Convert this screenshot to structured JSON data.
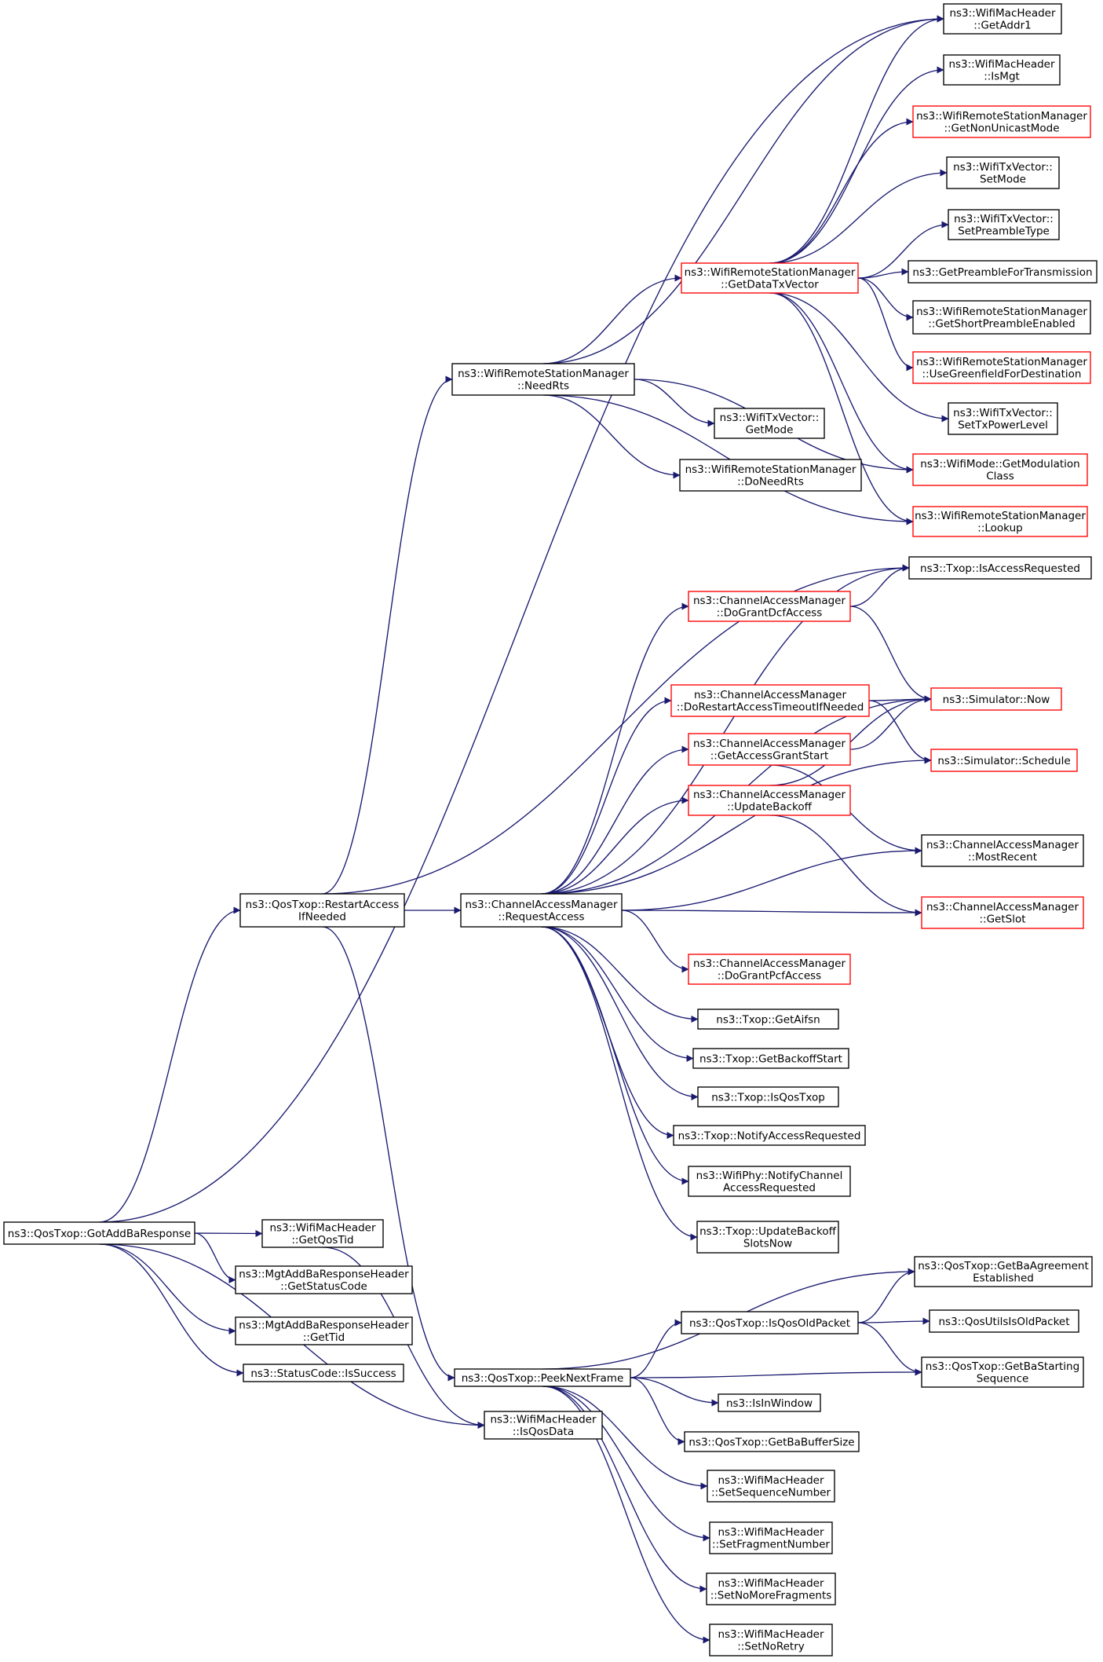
{
  "graph": {
    "title": "",
    "colors": {
      "edge": "#191970",
      "node_border_default": "#000000",
      "node_border_link": "#ff0000",
      "root_fill": "#bfbfbf",
      "node_fill": "#ffffff"
    },
    "nodes": [
      {
        "id": "root",
        "lines": [
          "ns3::QosTxop::GotAddBaResponse"
        ],
        "style": "root"
      },
      {
        "id": "restartAccess",
        "lines": [
          "ns3::QosTxop::RestartAccess",
          "IfNeeded"
        ],
        "style": "default"
      },
      {
        "id": "getQosTid",
        "lines": [
          "ns3::WifiMacHeader",
          "::GetQosTid"
        ],
        "style": "default"
      },
      {
        "id": "getStatusCode",
        "lines": [
          "ns3::MgtAddBaResponseHeader",
          "::GetStatusCode"
        ],
        "style": "default"
      },
      {
        "id": "getTidAba",
        "lines": [
          "ns3::MgtAddBaResponseHeader",
          "::GetTid"
        ],
        "style": "default"
      },
      {
        "id": "isSuccess",
        "lines": [
          "ns3::StatusCode::IsSuccess"
        ],
        "style": "default"
      },
      {
        "id": "isQosData",
        "lines": [
          "ns3::WifiMacHeader",
          "::IsQosData"
        ],
        "style": "default"
      },
      {
        "id": "getAddr1",
        "lines": [
          "ns3::WifiMacHeader",
          "::GetAddr1"
        ],
        "style": "default"
      },
      {
        "id": "needRts",
        "lines": [
          "ns3::WifiRemoteStationManager",
          "::NeedRts"
        ],
        "style": "default"
      },
      {
        "id": "requestAccess",
        "lines": [
          "ns3::ChannelAccessManager",
          "::RequestAccess"
        ],
        "style": "default"
      },
      {
        "id": "peekNextFrame",
        "lines": [
          "ns3::QosTxop::PeekNextFrame"
        ],
        "style": "default"
      },
      {
        "id": "getDataTxVector",
        "lines": [
          "ns3::WifiRemoteStationManager",
          "::GetDataTxVector"
        ],
        "style": "link"
      },
      {
        "id": "isAccessRequested",
        "lines": [
          "ns3::Txop::IsAccessRequested"
        ],
        "style": "default"
      },
      {
        "id": "getModeTx",
        "lines": [
          "ns3::WifiTxVector::",
          "GetMode"
        ],
        "style": "default"
      },
      {
        "id": "doNeedRts",
        "lines": [
          "ns3::WifiRemoteStationManager",
          "::DoNeedRts"
        ],
        "style": "default"
      },
      {
        "id": "getModClass",
        "lines": [
          "ns3::WifiMode::GetModulation",
          "Class"
        ],
        "style": "link"
      },
      {
        "id": "lookup",
        "lines": [
          "ns3::WifiRemoteStationManager",
          "::Lookup"
        ],
        "style": "link"
      },
      {
        "id": "isMgt",
        "lines": [
          "ns3::WifiMacHeader",
          "::IsMgt"
        ],
        "style": "default"
      },
      {
        "id": "getNonUnicastMode",
        "lines": [
          "ns3::WifiRemoteStationManager",
          "::GetNonUnicastMode"
        ],
        "style": "link"
      },
      {
        "id": "setMode",
        "lines": [
          "ns3::WifiTxVector::",
          "SetMode"
        ],
        "style": "default"
      },
      {
        "id": "setPreambleType",
        "lines": [
          "ns3::WifiTxVector::",
          "SetPreambleType"
        ],
        "style": "default"
      },
      {
        "id": "getPreambleForTx",
        "lines": [
          "ns3::GetPreambleForTransmission"
        ],
        "style": "default"
      },
      {
        "id": "getShortPreambleEnabled",
        "lines": [
          "ns3::WifiRemoteStationManager",
          "::GetShortPreambleEnabled"
        ],
        "style": "default"
      },
      {
        "id": "useGreenfield",
        "lines": [
          "ns3::WifiRemoteStationManager",
          "::UseGreenfieldForDestination"
        ],
        "style": "link"
      },
      {
        "id": "setTxPowerLevel",
        "lines": [
          "ns3::WifiTxVector::",
          "SetTxPowerLevel"
        ],
        "style": "default"
      },
      {
        "id": "doGrantDcf",
        "lines": [
          "ns3::ChannelAccessManager",
          "::DoGrantDcfAccess"
        ],
        "style": "link"
      },
      {
        "id": "doRestartTimeout",
        "lines": [
          "ns3::ChannelAccessManager",
          "::DoRestartAccessTimeoutIfNeeded"
        ],
        "style": "link"
      },
      {
        "id": "getAccessGrantStart",
        "lines": [
          "ns3::ChannelAccessManager",
          "::GetAccessGrantStart"
        ],
        "style": "link"
      },
      {
        "id": "updateBackoff",
        "lines": [
          "ns3::ChannelAccessManager",
          "::UpdateBackoff"
        ],
        "style": "link"
      },
      {
        "id": "doGrantPcf",
        "lines": [
          "ns3::ChannelAccessManager",
          "::DoGrantPcfAccess"
        ],
        "style": "link"
      },
      {
        "id": "getAifsn",
        "lines": [
          "ns3::Txop::GetAifsn"
        ],
        "style": "default"
      },
      {
        "id": "getBackoffStart",
        "lines": [
          "ns3::Txop::GetBackoffStart"
        ],
        "style": "default"
      },
      {
        "id": "isQosTxop",
        "lines": [
          "ns3::Txop::IsQosTxop"
        ],
        "style": "default"
      },
      {
        "id": "notifyAccessRequested",
        "lines": [
          "ns3::Txop::NotifyAccessRequested"
        ],
        "style": "default"
      },
      {
        "id": "notifyChannel",
        "lines": [
          "ns3::WifiPhy::NotifyChannel",
          "AccessRequested"
        ],
        "style": "default"
      },
      {
        "id": "updateBackoffSlots",
        "lines": [
          "ns3::Txop::UpdateBackoff",
          "SlotsNow"
        ],
        "style": "default"
      },
      {
        "id": "simNow",
        "lines": [
          "ns3::Simulator::Now"
        ],
        "style": "link"
      },
      {
        "id": "simSchedule",
        "lines": [
          "ns3::Simulator::Schedule"
        ],
        "style": "link"
      },
      {
        "id": "mostRecent",
        "lines": [
          "ns3::ChannelAccessManager",
          "::MostRecent"
        ],
        "style": "default"
      },
      {
        "id": "getSlot",
        "lines": [
          "ns3::ChannelAccessManager",
          "::GetSlot"
        ],
        "style": "link"
      },
      {
        "id": "isQosOldPacket",
        "lines": [
          "ns3::QosTxop::IsQosOldPacket"
        ],
        "style": "default"
      },
      {
        "id": "isInWindow",
        "lines": [
          "ns3::IsInWindow"
        ],
        "style": "default"
      },
      {
        "id": "getBaBufferSize",
        "lines": [
          "ns3::QosTxop::GetBaBufferSize"
        ],
        "style": "default"
      },
      {
        "id": "setSequenceNumber",
        "lines": [
          "ns3::WifiMacHeader",
          "::SetSequenceNumber"
        ],
        "style": "default"
      },
      {
        "id": "setFragmentNumber",
        "lines": [
          "ns3::WifiMacHeader",
          "::SetFragmentNumber"
        ],
        "style": "default"
      },
      {
        "id": "setNoMoreFragments",
        "lines": [
          "ns3::WifiMacHeader",
          "::SetNoMoreFragments"
        ],
        "style": "default"
      },
      {
        "id": "setNoRetry",
        "lines": [
          "ns3::WifiMacHeader",
          "::SetNoRetry"
        ],
        "style": "default"
      },
      {
        "id": "getBaAgreement",
        "lines": [
          "ns3::QosTxop::GetBaAgreement",
          "Established"
        ],
        "style": "default"
      },
      {
        "id": "qosUtilsIsOld",
        "lines": [
          "ns3::QosUtilsIsOldPacket"
        ],
        "style": "default"
      },
      {
        "id": "getBaStartingSeq",
        "lines": [
          "ns3::QosTxop::GetBaStarting",
          "Sequence"
        ],
        "style": "default"
      }
    ],
    "edges": [
      [
        "root",
        "getAddr1"
      ],
      [
        "root",
        "restartAccess"
      ],
      [
        "root",
        "getQosTid"
      ],
      [
        "root",
        "getStatusCode"
      ],
      [
        "root",
        "getTidAba"
      ],
      [
        "root",
        "isSuccess"
      ],
      [
        "root",
        "isQosData"
      ],
      [
        "restartAccess",
        "needRts"
      ],
      [
        "restartAccess",
        "isAccessRequested"
      ],
      [
        "restartAccess",
        "requestAccess"
      ],
      [
        "restartAccess",
        "peekNextFrame"
      ],
      [
        "getQosTid",
        "isQosData"
      ],
      [
        "needRts",
        "getAddr1"
      ],
      [
        "needRts",
        "getDataTxVector"
      ],
      [
        "needRts",
        "getModeTx"
      ],
      [
        "needRts",
        "doNeedRts"
      ],
      [
        "needRts",
        "getModClass"
      ],
      [
        "needRts",
        "lookup"
      ],
      [
        "getDataTxVector",
        "getAddr1"
      ],
      [
        "getDataTxVector",
        "isMgt"
      ],
      [
        "getDataTxVector",
        "getNonUnicastMode"
      ],
      [
        "getDataTxVector",
        "setMode"
      ],
      [
        "getDataTxVector",
        "setPreambleType"
      ],
      [
        "getDataTxVector",
        "getPreambleForTx"
      ],
      [
        "getDataTxVector",
        "getShortPreambleEnabled"
      ],
      [
        "getDataTxVector",
        "useGreenfield"
      ],
      [
        "getDataTxVector",
        "setTxPowerLevel"
      ],
      [
        "getDataTxVector",
        "getModClass"
      ],
      [
        "getDataTxVector",
        "lookup"
      ],
      [
        "requestAccess",
        "isAccessRequested"
      ],
      [
        "requestAccess",
        "doGrantDcf"
      ],
      [
        "requestAccess",
        "simNow"
      ],
      [
        "requestAccess",
        "doRestartTimeout"
      ],
      [
        "requestAccess",
        "getAccessGrantStart"
      ],
      [
        "requestAccess",
        "updateBackoff"
      ],
      [
        "requestAccess",
        "simSchedule"
      ],
      [
        "requestAccess",
        "mostRecent"
      ],
      [
        "requestAccess",
        "getSlot"
      ],
      [
        "requestAccess",
        "doGrantPcf"
      ],
      [
        "requestAccess",
        "getAifsn"
      ],
      [
        "requestAccess",
        "getBackoffStart"
      ],
      [
        "requestAccess",
        "isQosTxop"
      ],
      [
        "requestAccess",
        "notifyAccessRequested"
      ],
      [
        "requestAccess",
        "notifyChannel"
      ],
      [
        "requestAccess",
        "updateBackoffSlots"
      ],
      [
        "doGrantDcf",
        "isAccessRequested"
      ],
      [
        "doGrantDcf",
        "simNow"
      ],
      [
        "doRestartTimeout",
        "simNow"
      ],
      [
        "doRestartTimeout",
        "simSchedule"
      ],
      [
        "getAccessGrantStart",
        "simNow"
      ],
      [
        "getAccessGrantStart",
        "mostRecent"
      ],
      [
        "updateBackoff",
        "simNow"
      ],
      [
        "updateBackoff",
        "getSlot"
      ],
      [
        "peekNextFrame",
        "getBaAgreement"
      ],
      [
        "peekNextFrame",
        "isQosOldPacket"
      ],
      [
        "peekNextFrame",
        "getBaStartingSeq"
      ],
      [
        "peekNextFrame",
        "isInWindow"
      ],
      [
        "peekNextFrame",
        "getBaBufferSize"
      ],
      [
        "peekNextFrame",
        "setSequenceNumber"
      ],
      [
        "peekNextFrame",
        "setFragmentNumber"
      ],
      [
        "peekNextFrame",
        "setNoMoreFragments"
      ],
      [
        "peekNextFrame",
        "setNoRetry"
      ],
      [
        "isQosOldPacket",
        "getBaAgreement"
      ],
      [
        "isQosOldPacket",
        "qosUtilsIsOld"
      ],
      [
        "isQosOldPacket",
        "getBaStartingSeq"
      ]
    ]
  }
}
